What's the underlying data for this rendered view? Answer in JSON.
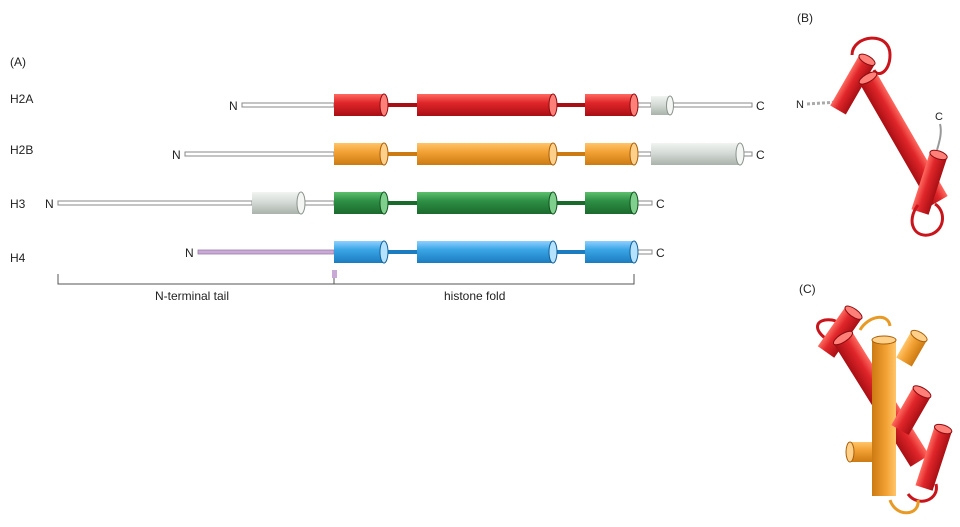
{
  "panel_a": {
    "label": "(A)",
    "rows": [
      {
        "name": "H2A",
        "n": "N",
        "c": "C"
      },
      {
        "name": "H2B",
        "n": "N",
        "c": "C"
      },
      {
        "name": "H3",
        "n": "N",
        "c": "C"
      },
      {
        "name": "H4",
        "n": "N",
        "c": "C"
      }
    ],
    "brackets": {
      "tail": "N-terminal tail",
      "fold": "histone fold"
    }
  },
  "panel_b": {
    "label": "(B)",
    "n": "N",
    "c": "C"
  },
  "panel_c": {
    "label": "(C)"
  },
  "colors": {
    "h2a": "#d6252a",
    "h2b": "#f0a030",
    "h3": "#2e9045",
    "h4": "#3aa5e5",
    "extra": "#d5dbd6",
    "tail_line": "#8a8a8a",
    "h4_tail": "#c9a9d5"
  }
}
